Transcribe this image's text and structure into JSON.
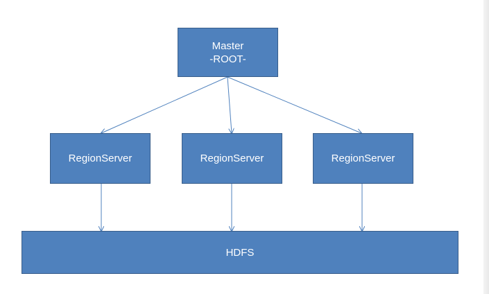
{
  "master": {
    "line1": "Master",
    "line2": "-ROOT-"
  },
  "region_servers": [
    {
      "label": "RegionServer"
    },
    {
      "label": "RegionServer"
    },
    {
      "label": "RegionServer"
    }
  ],
  "hdfs": {
    "label": "HDFS"
  },
  "colors": {
    "box_fill": "#4f81bd",
    "box_border": "#385d8a",
    "text": "#ffffff",
    "connector": "#4f81bd"
  }
}
